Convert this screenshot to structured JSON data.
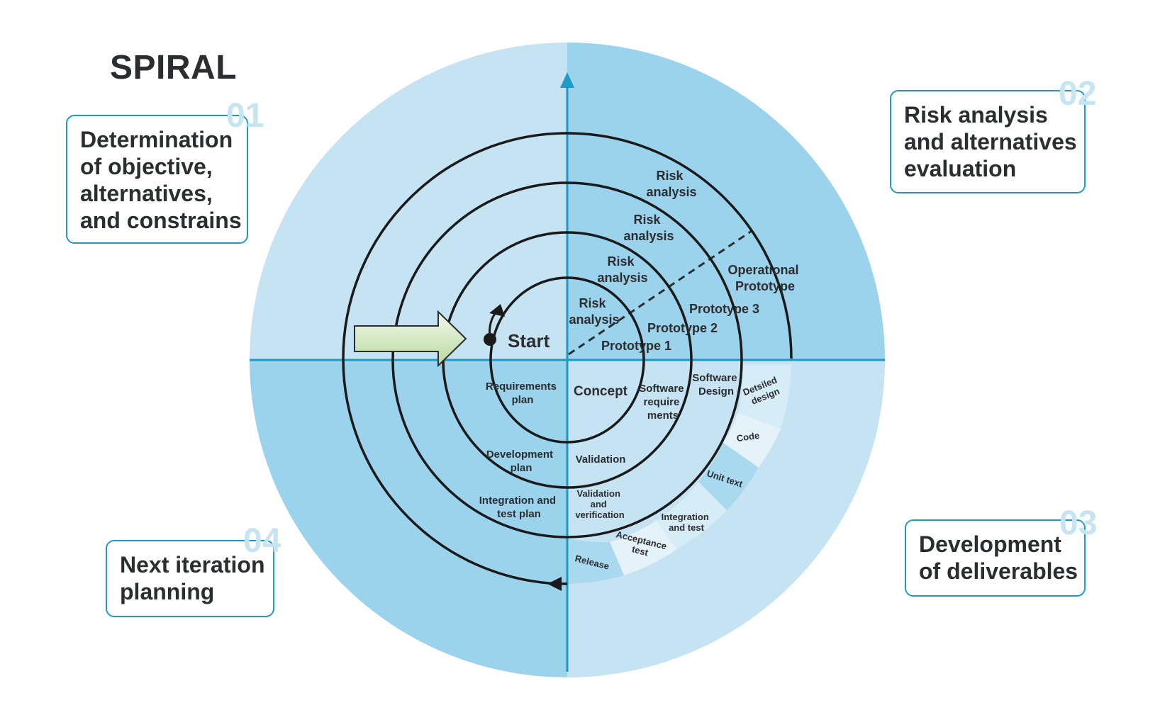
{
  "title": "SPIRAL",
  "quadrants": [
    {
      "number": "01",
      "text": "Determination\nof objective,\nalternatives,\nand constrains"
    },
    {
      "number": "02",
      "text": "Risk analysis\nand alternatives\nevaluation"
    },
    {
      "number": "03",
      "text": "Development\nof deliverables"
    },
    {
      "number": "04",
      "text": "Next iteration\nplanning"
    }
  ],
  "spiral": {
    "start": "Start",
    "risk_analysis": [
      [
        "Risk",
        "analysis"
      ],
      [
        "Risk",
        "analysis"
      ],
      [
        "Risk",
        "analysis"
      ],
      [
        "Risk",
        "analysis"
      ]
    ],
    "prototypes": [
      "Prototype 1",
      "Prototype 2",
      "Prototype 3"
    ],
    "operational_prototype": [
      "Operational",
      "Prototype"
    ],
    "concept": "Concept",
    "software_requirements": [
      "Software",
      "require",
      "ments"
    ],
    "software_design": [
      "Software",
      "Design"
    ],
    "detailed_design": [
      "Detsiled",
      "design"
    ],
    "code": "Code",
    "unit_test": "Unit text",
    "integration_test": [
      "Integration",
      "and test"
    ],
    "acceptance_test": [
      "Acceptance",
      "test"
    ],
    "release": "Release",
    "requirements_plan": [
      "Requirements",
      "plan"
    ],
    "development_plan": [
      "Development",
      "plan"
    ],
    "integration_plan": [
      "Integration and",
      "test plan"
    ],
    "validation": "Validation",
    "validation_verification": [
      "Validation",
      "and",
      "verification"
    ]
  },
  "colors": {
    "light_blue": "#c5e3f2",
    "mid_blue": "#9bd2ec",
    "axis": "#1d9bc4",
    "border": "#1d9bc4",
    "ink": "#2b2d30"
  }
}
